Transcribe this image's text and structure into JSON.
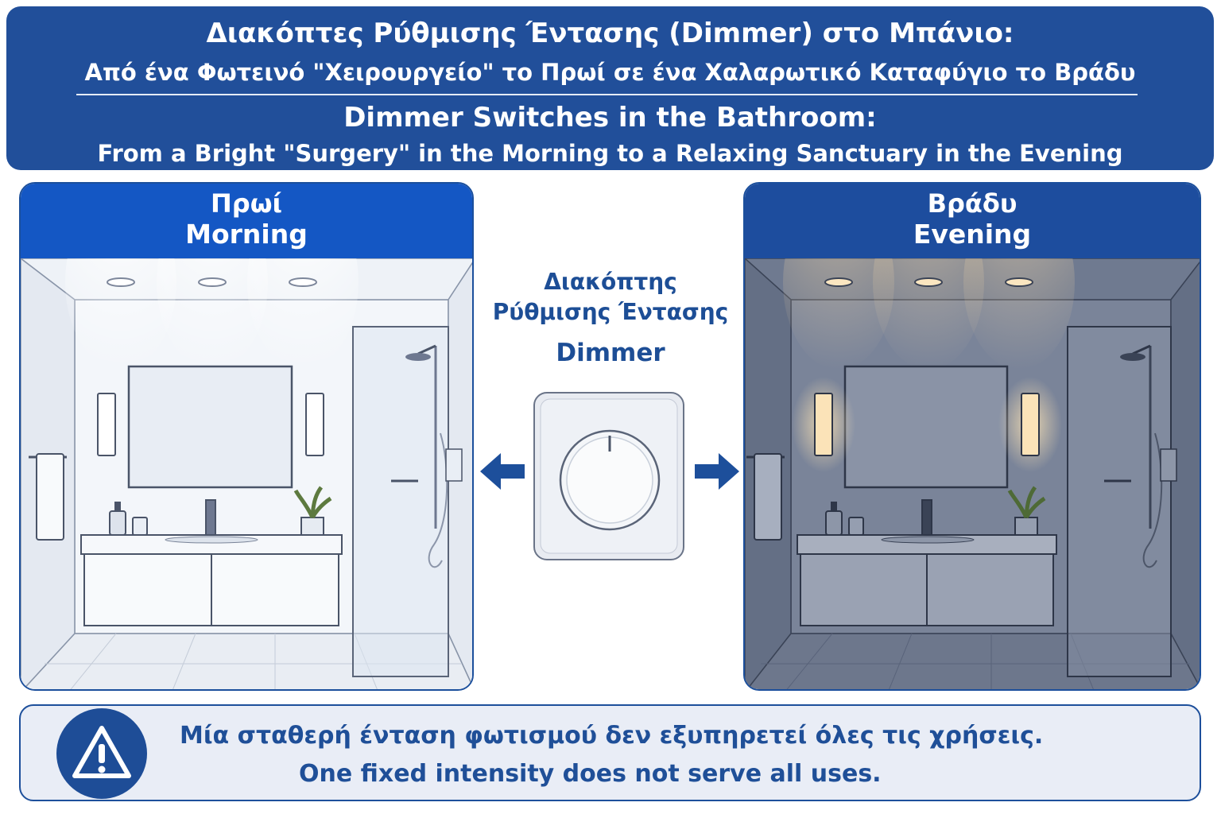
{
  "header": {
    "title_gr": "Διακόπτες Ρύθμισης Έντασης (Dimmer) στο Μπάνιο:",
    "subtitle_gr": "Από ένα Φωτεινό \"Χειρουργείο\" το Πρωί σε ένα Χαλαρωτικό Καταφύγιο το Βράδυ",
    "title_en": "Dimmer Switches in the Bathroom:",
    "subtitle_en": "From a Bright \"Surgery\" in the Morning to a Relaxing Sanctuary in the Evening"
  },
  "morning": {
    "label_gr": "Πρωί",
    "label_en": "Morning"
  },
  "evening": {
    "label_gr": "Βράδυ",
    "label_en": "Evening"
  },
  "dimmer": {
    "label_gr_1": "Διακόπτης",
    "label_gr_2": "Ρύθμισης Έντασης",
    "label_en": "Dimmer"
  },
  "note": {
    "text_gr": "Μία σταθερή ένταση φωτισμού δεν εξυπηρετεί όλες τις χρήσεις.",
    "text_en": "One fixed intensity does not serve all uses."
  },
  "colors": {
    "primary": "#214f9a",
    "morning_header": "#1457c4",
    "evening_header": "#1d4d9e",
    "morning_room": "#eef2f8",
    "evening_room": "#6e7990",
    "warm_light": "#f7d9a8"
  },
  "icons": [
    "dimmer-knob-icon",
    "arrow-left-icon",
    "arrow-right-icon",
    "warning-icon",
    "shower-icon",
    "plant-icon",
    "towel-icon"
  ]
}
